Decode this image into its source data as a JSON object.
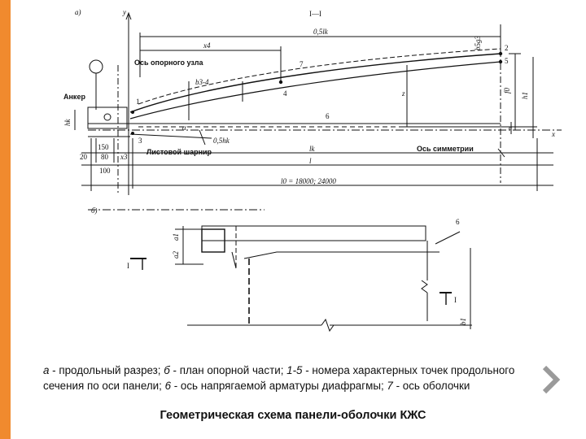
{
  "figure": {
    "part_a_label": "а)",
    "part_b_label": "б)",
    "section_title": "I—I",
    "y_axis": "y",
    "x_axis": "x",
    "dim_half_span": "0,5lk",
    "dim_x4": "x4",
    "dim_b34": "b3-4",
    "dim_b5g3": "b5g3",
    "dim_z": "z",
    "dim_f0": "f0",
    "dim_h1": "h1",
    "dim_e": "e",
    "dim_hk": "hk",
    "dim_lk": "lk",
    "dim_l": "l",
    "dim_l0": "l0 = 18000; 24000",
    "dim_05hk": "0,5hk",
    "dim_alpha": "α",
    "dim_20": "20",
    "dim_80": "80",
    "dim_150": "150",
    "dim_100": "100",
    "dim_x3": "x3",
    "dim_a1": "a1",
    "dim_a2": "a2",
    "dim_b1": "b1",
    "label_support_axis": "Ось опорного узла",
    "label_anchor": "Анкер",
    "label_sheet_hinge": "Листовой шарнир",
    "label_symmetry_axis": "Ось симметрии",
    "point_1": "1",
    "point_2": "2",
    "point_3": "3",
    "point_4": "4",
    "point_5": "5",
    "point_6": "6",
    "point_7": "7",
    "section_mark": "I"
  },
  "caption": {
    "a_key": "а",
    "a_text": " - продольный разрез; ",
    "b_key": "б",
    "b_text": " - план опорной части; ",
    "points_key": "1-5",
    "points_text": " - номера характерных точек продольного сечения по оси панели; ",
    "six_key": "6",
    "six_text": " - ось напрягаемой арматуры диафрагмы; ",
    "seven_key": "7",
    "seven_text": " - ось оболочки"
  },
  "slide_title": "Геометрическая схема панели-оболочки КЖС",
  "colors": {
    "accent_bar": "#f08a2e",
    "next_arrow": "#9a9a9a"
  },
  "next_icon": "chevron-right-icon"
}
